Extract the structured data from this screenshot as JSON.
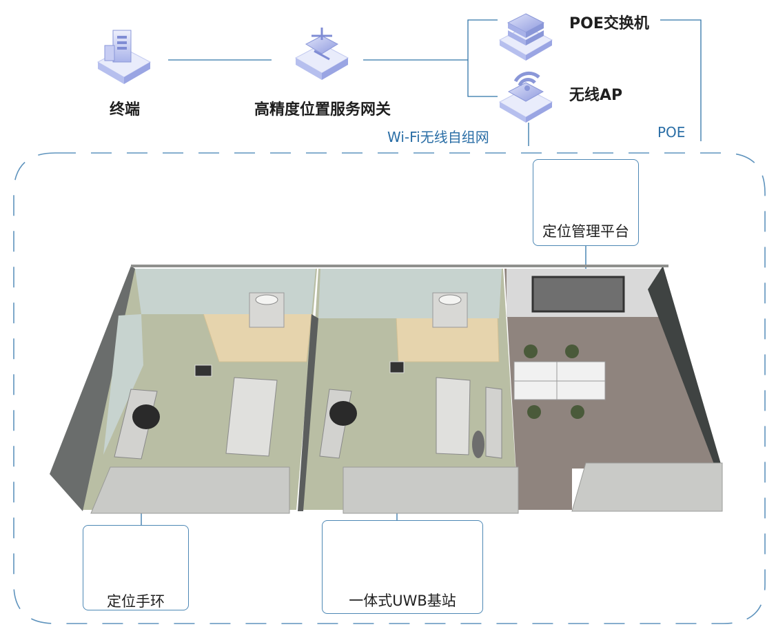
{
  "nodes": {
    "terminal": "终端",
    "gateway": "高精度位置服务网关",
    "poe_switch": "POE交换机",
    "wireless_ap": "无线AP"
  },
  "links": {
    "wifi_mesh": "Wi-Fi无线自组网",
    "poe": "POE"
  },
  "devices": {
    "platform": "定位管理平台",
    "wristband": "定位手环",
    "uwb_station": "一体式UWB基站"
  },
  "colors": {
    "line": "#2f73a8",
    "dash": "#5e93bd",
    "icon": "#8a97d8"
  }
}
